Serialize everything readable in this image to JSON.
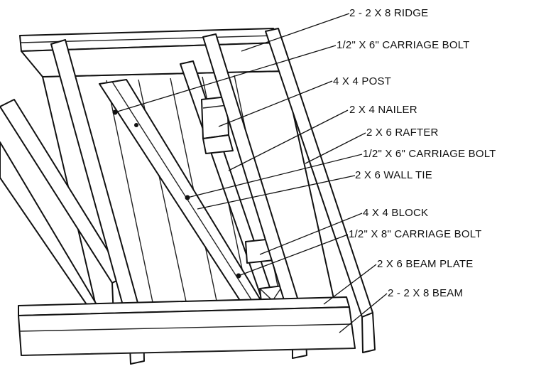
{
  "labels": [
    {
      "id": "ridge",
      "text": "2 - 2 X 8 RIDGE"
    },
    {
      "id": "bolt-top",
      "text": "1/2\" X 6\" CARRIAGE BOLT"
    },
    {
      "id": "post",
      "text": "4 X 4 POST"
    },
    {
      "id": "nailer",
      "text": "2 X 4 NAILER"
    },
    {
      "id": "rafter",
      "text": "2 X 6 RAFTER"
    },
    {
      "id": "bolt-mid",
      "text": "1/2\" X 6\" CARRIAGE BOLT"
    },
    {
      "id": "wall-tie",
      "text": "2 X 6 WALL TIE"
    },
    {
      "id": "block",
      "text": "4 X 4 BLOCK"
    },
    {
      "id": "bolt-8",
      "text": "1/2\" X 8\" CARRIAGE BOLT"
    },
    {
      "id": "beam-plate",
      "text": "2 X 6 BEAM PLATE"
    },
    {
      "id": "beam",
      "text": "2 - 2 X 8 BEAM"
    }
  ],
  "colors": {
    "line": "#111111",
    "background": "#ffffff"
  }
}
